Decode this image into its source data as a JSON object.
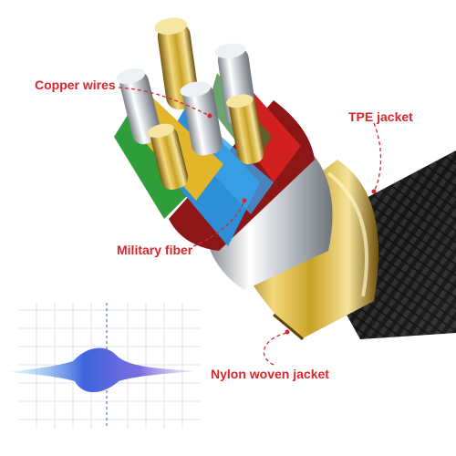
{
  "labels": {
    "copper_wires": "Copper wires",
    "tpe_jacket": "TPE jacket",
    "military_fiber": "Military fiber",
    "nylon_woven_jacket": "Nylon woven jacket"
  },
  "colors": {
    "label_text": "#d9252b",
    "dashed_line": "#d9252b",
    "gold": "#c9a227",
    "silver": "#c7ccd1",
    "jacket": "#1e1e1e",
    "wire_red": "#d22020",
    "wire_green": "#2f9e3a",
    "wire_blue": "#2d8fd6",
    "wire_yellow": "#e2b52a",
    "wave_blue": "#4a6ee0"
  }
}
